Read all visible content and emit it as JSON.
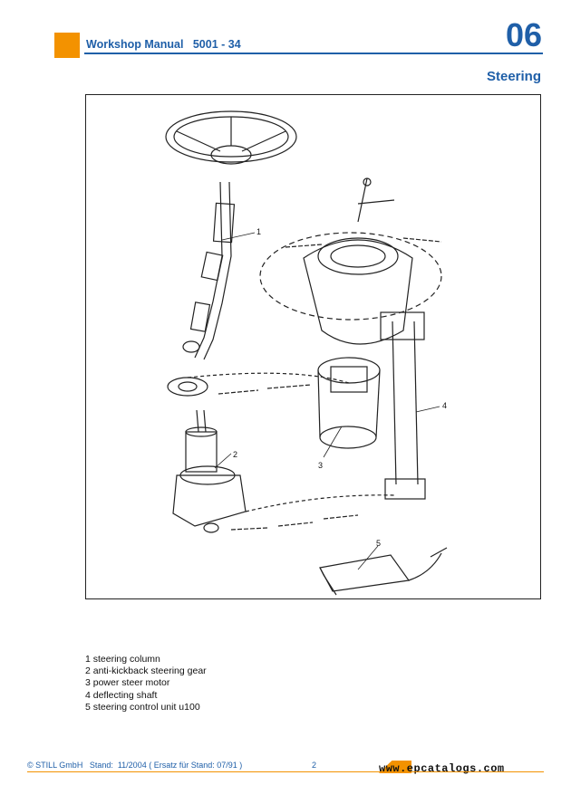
{
  "header": {
    "title": "Workshop Manual   5001 - 34",
    "chapter": "06",
    "section": "Steering"
  },
  "figure": {
    "callouts": [
      "1",
      "2",
      "3",
      "4",
      "5"
    ]
  },
  "legend": [
    "1 steering column",
    "2 anti-kickback steering gear",
    "3 power steer motor",
    "4 deflecting shaft",
    "5 steering control unit u100"
  ],
  "footer": {
    "text": "© STILL GmbH   Stand:  11/2004 ( Ersatz für Stand: 07/91 )",
    "page": "2",
    "watermark": "www.epcatalogs.com"
  },
  "colors": {
    "brand_blue": "#1f5fa8",
    "brand_orange": "#f39200"
  }
}
